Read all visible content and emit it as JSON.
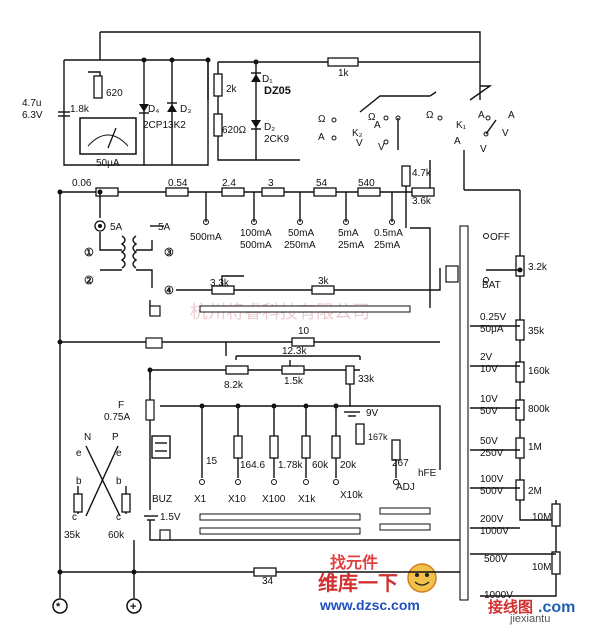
{
  "watermarks": {
    "company": "杭州将睿科技有限公司",
    "site_cn": "维库一下",
    "site_url": "www.dzsc.com",
    "logo_cn": "找元件",
    "jiexiantu_cn": "接线图",
    "jiexiantu_url": ".com",
    "jiexiantu_sub": "jiexiantu"
  },
  "top": {
    "cap": "4.7u",
    "cap_v": "6.3V",
    "r_1_8k": "1.8k",
    "r_620": "620",
    "meter": "50μA",
    "d4": "D₄",
    "d3": "D₃",
    "diode_type": "2CP13K2",
    "r_1k": "1k",
    "d1": "D₁",
    "d1_type": "DZ05",
    "r_2k": "2k",
    "r_620ohm": "620Ω",
    "d2": "D₂",
    "d2_type": "2CK9",
    "k1": "K₁",
    "k2": "K₂"
  },
  "switch_labels": {
    "ohm_a": "Ω",
    "ohm_b": "Ω",
    "ohm_c": "Ω",
    "a1": "A",
    "a2": "A",
    "a3": "A",
    "a4": "A",
    "v1": "V",
    "v2": "V",
    "v3": "V",
    "v4": "V"
  },
  "shunt_chain": {
    "r": [
      "0.06",
      "0.54",
      "2.4",
      "3",
      "54",
      "540"
    ],
    "r_4_7k": "4.7k",
    "r_3_6k": "3.6k",
    "ranges": [
      [
        "500mA",
        ""
      ],
      [
        "100mA",
        "500mA"
      ],
      [
        "50mA",
        "250mA"
      ],
      [
        "5mA",
        "25mA"
      ],
      [
        "0.5mA",
        "25mA"
      ]
    ]
  },
  "ac_section": {
    "fuse_5a_1": "5A",
    "fuse_5a_2": "5A",
    "n1": "①",
    "n2": "②",
    "n3": "③",
    "n4": "④",
    "r_3_3k": "3.3k",
    "r_3k": "3k"
  },
  "ohm_section": {
    "r_10": "10",
    "r_12_3k": "12.3k",
    "r_8_2k": "8.2k",
    "r_1_5k": "1.5k",
    "r_33k": "33k",
    "bat_9v": "9V",
    "r_167k": "167k",
    "resistors": [
      "15",
      "164.6",
      "1.78k",
      "60k",
      "20k",
      "267"
    ],
    "ranges": [
      "BUZ",
      "X1",
      "X10",
      "X100",
      "X1k",
      "X10k",
      "ADJ"
    ],
    "hfe": "hFE",
    "bat_1_5v": "1.5V",
    "fuse": "F",
    "fuse_val": "0.75A",
    "r_34": "34"
  },
  "transistor": {
    "n": "N",
    "p": "P",
    "e1": "e",
    "e2": "e",
    "b1": "b",
    "b2": "b",
    "c1": "c",
    "c2": "c",
    "r_35k": "35k",
    "r_60k": "60k",
    "neg": "*",
    "pos": "+"
  },
  "range_switch": {
    "positions": [
      "OFF",
      "BAT",
      "0.25V",
      "50μA",
      "2V",
      "10V",
      "10V",
      "50V",
      "50V",
      "250V",
      "100V",
      "500V",
      "200V",
      "1000V",
      "500V",
      "1000V"
    ],
    "resistors": [
      "3.2k",
      "35k",
      "160k",
      "800k",
      "1M",
      "2M",
      "10M",
      "10M"
    ]
  }
}
